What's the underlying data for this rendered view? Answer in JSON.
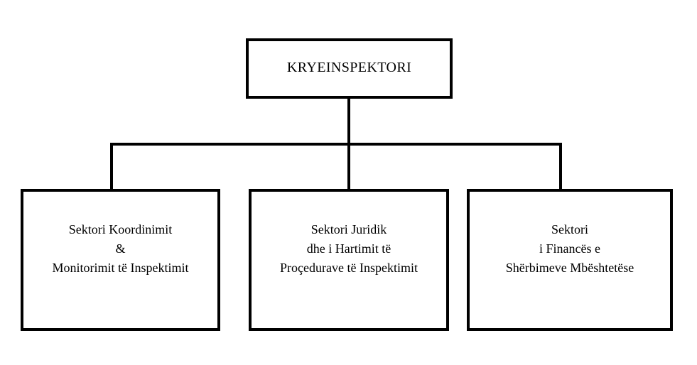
{
  "diagram": {
    "type": "organizational-chart",
    "orientation": "top-down",
    "background_color": "#ffffff",
    "line_color": "#000000",
    "text_color": "#000000",
    "root": {
      "label": "KRYEINSPEKTORI"
    },
    "children": [
      {
        "label": "Sektori Koordinimit\n&\nMonitorimit të Inspektimit"
      },
      {
        "label": "Sektori Juridik\ndhe i Hartimit të\nProçedurave të Inspektimit"
      },
      {
        "label": "Sektori\ni Financës e\nShërbimeve Mbështetëse"
      }
    ]
  }
}
